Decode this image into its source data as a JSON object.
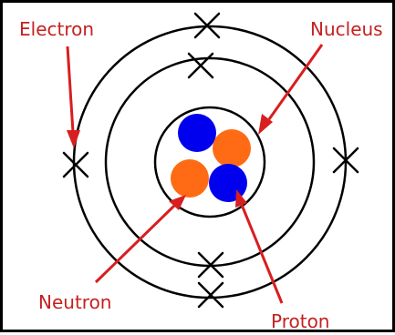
{
  "labels": {
    "electron": "Electron",
    "nucleus": "Nucleus",
    "neutron": "Neutron",
    "proton": "Proton"
  },
  "colors": {
    "label_text": "#c62020",
    "arrow": "#d71f1f",
    "proton": "#0000ee",
    "neutron": "#ff6a14",
    "orbit": "#000000"
  },
  "particles": [
    "proton",
    "neutron",
    "neutron",
    "proton"
  ],
  "electron_marks": [
    "outer-top",
    "outer-left",
    "outer-right",
    "outer-bottom",
    "inner-top",
    "inner-bottom"
  ]
}
